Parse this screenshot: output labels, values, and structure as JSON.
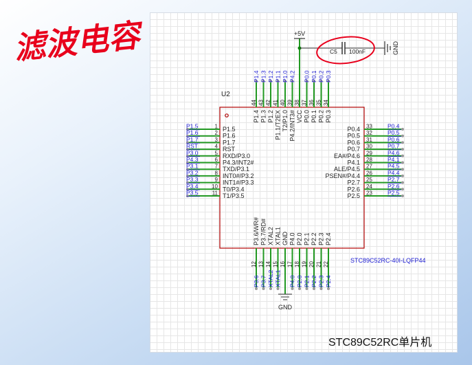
{
  "handwritten_note": "滤波电容",
  "caption": "STC89C52RC单片机",
  "colors": {
    "net_label": "#1a1ad0",
    "wire": "#229922",
    "chip_outline": "#b00000",
    "text": "#222222",
    "annotation": "#e8001c"
  },
  "schematic": {
    "ref": "U2",
    "part": "STC89C52RC-40I-LQFP44",
    "power_label": "+5V",
    "gnd_label": "GND",
    "cap_ref": "C5",
    "cap_value": "100nF",
    "left_pins": [
      {
        "net": "P1.5",
        "num": "1",
        "name": "P1.5"
      },
      {
        "net": "P1.6",
        "num": "2",
        "name": "P1.6"
      },
      {
        "net": "P1.7",
        "num": "3",
        "name": "P1.7"
      },
      {
        "net": "RST",
        "num": "4",
        "name": "RST"
      },
      {
        "net": "P3.0",
        "num": "5",
        "name": "RXD/P3.0"
      },
      {
        "net": "P4.3",
        "num": "6",
        "name": "P4.3/INT2#"
      },
      {
        "net": "P3.1",
        "num": "7",
        "name": "TXD/P3.1"
      },
      {
        "net": "P3.2",
        "num": "8",
        "name": "INT0#/P3.2"
      },
      {
        "net": "P3.3",
        "num": "9",
        "name": "INT1#/P3.3"
      },
      {
        "net": "P3.4",
        "num": "10",
        "name": "T0/P3.4"
      },
      {
        "net": "P3.5",
        "num": "11",
        "name": "T1/P3.5"
      }
    ],
    "right_pins": [
      {
        "net": "P0.4",
        "num": "33",
        "name": "P0.4"
      },
      {
        "net": "P0.5",
        "num": "32",
        "name": "P0.5"
      },
      {
        "net": "P0.6",
        "num": "31",
        "name": "P0.6"
      },
      {
        "net": "P0.7",
        "num": "30",
        "name": "P0.7"
      },
      {
        "net": "P4.6",
        "num": "29",
        "name": "EA#/P4.6"
      },
      {
        "net": "P4.1",
        "num": "28",
        "name": "P4.1"
      },
      {
        "net": "P4.5",
        "num": "27",
        "name": "ALE/P4.5"
      },
      {
        "net": "P4.4",
        "num": "26",
        "name": "PSEN#/P4.4"
      },
      {
        "net": "P2.7",
        "num": "25",
        "name": "P2.7"
      },
      {
        "net": "P2.6",
        "num": "24",
        "name": "P2.6"
      },
      {
        "net": "P2.5",
        "num": "23",
        "name": "P2.5"
      }
    ],
    "top_pins": [
      {
        "net": "P1.4",
        "num": "44",
        "name": "P1.4"
      },
      {
        "net": "P1.3",
        "num": "43",
        "name": "P1.3"
      },
      {
        "net": "P1.2",
        "num": "42",
        "name": "P1.2"
      },
      {
        "net": "P1.1",
        "num": "41",
        "name": "P1.1/T2EX"
      },
      {
        "net": "P1.0",
        "num": "40",
        "name": "T2/P1.0"
      },
      {
        "net": "P4.2",
        "num": "39",
        "name": "P4.2/INT3#"
      },
      {
        "net": "",
        "num": "38",
        "name": "VCC"
      },
      {
        "net": "P0.0",
        "num": "37",
        "name": "P0.0"
      },
      {
        "net": "P0.1",
        "num": "36",
        "name": "P0.1"
      },
      {
        "net": "P0.2",
        "num": "35",
        "name": "P0.2"
      },
      {
        "net": "P0.3",
        "num": "34",
        "name": "P0.3"
      }
    ],
    "bottom_pins": [
      {
        "net": "P3.6",
        "num": "12",
        "name": "P3.6/WR#"
      },
      {
        "net": "P3.7",
        "num": "13",
        "name": "P3.7/RD#"
      },
      {
        "net": "XTAL2",
        "num": "14",
        "name": "XTAL2"
      },
      {
        "net": "XTAL1",
        "num": "15",
        "name": "XTAL1"
      },
      {
        "net": "",
        "num": "16",
        "name": "GND"
      },
      {
        "net": "P4.0",
        "num": "17",
        "name": "P4.0"
      },
      {
        "net": "P2.0",
        "num": "18",
        "name": "P2.0"
      },
      {
        "net": "P2.1",
        "num": "19",
        "name": "P2.1"
      },
      {
        "net": "P2.2",
        "num": "20",
        "name": "P2.2"
      },
      {
        "net": "P2.3",
        "num": "21",
        "name": "P2.3"
      },
      {
        "net": "P2.4",
        "num": "22",
        "name": "P2.4"
      }
    ]
  }
}
